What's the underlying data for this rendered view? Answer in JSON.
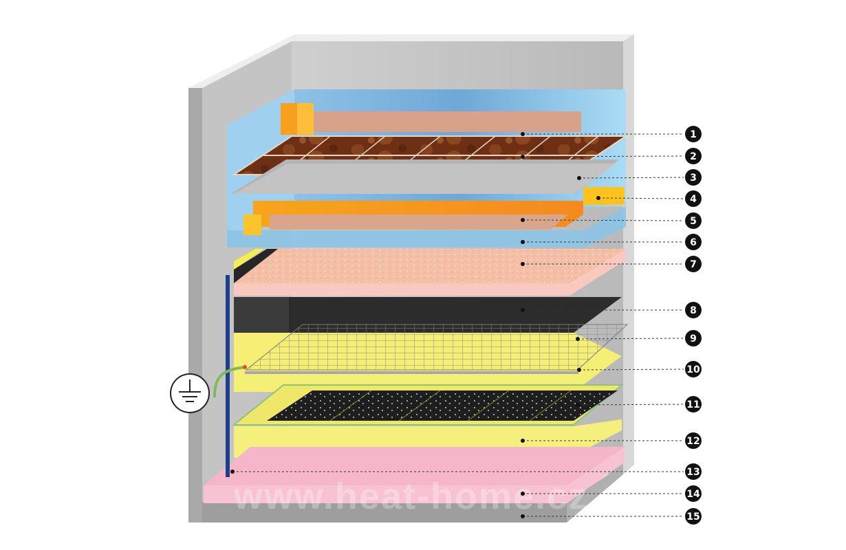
{
  "watermark": "www.heat-home.cz",
  "callouts": [
    "1",
    "2",
    "3",
    "4",
    "5",
    "6",
    "7",
    "8",
    "9",
    "10",
    "11",
    "12",
    "13",
    "14",
    "15"
  ],
  "colors": {
    "wall_light": "#d2d2d2",
    "wall_dark": "#9e9e9e",
    "blue_box": "#8fc6e8",
    "orange": "#f7941d",
    "tile": "#7a3a1c",
    "screed": "#f6c3b0",
    "black_membrane": "#2a2a2a",
    "yellow_foil": "#f6ef6a",
    "pink_insulation": "#f5b6c8",
    "ground_blue": "#1f3d8a",
    "ground_green": "#7dbb5a"
  },
  "icons": {
    "ground": "ground-symbol-icon"
  }
}
